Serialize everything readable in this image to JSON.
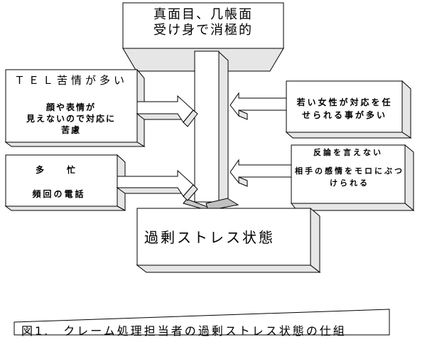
{
  "diagram": {
    "top_box": {
      "lines": [
        "真面目、几帳面",
        "受け身で消極的"
      ]
    },
    "left_box_1": {
      "title": "ＴＥＬ苦情が多い",
      "lines": [
        "顔や表情が",
        "見えないので対応に",
        "苦慮"
      ]
    },
    "left_box_2": {
      "lines": [
        "多　忙",
        "頻回の電話"
      ]
    },
    "right_box_1": {
      "lines": [
        "若い女性が対応を任",
        "せられる事が多い"
      ]
    },
    "right_box_2": {
      "title": "反論を言えない",
      "lines": [
        "相手の感情をモロにぶつ",
        "けられる"
      ]
    },
    "result_box": {
      "label": "過剰ストレス状態"
    },
    "caption": "図1.　クレーム処理担当者の過剰ストレス状態の仕組"
  },
  "colors": {
    "face": "#ffffff",
    "side": "#e6e6e6",
    "shade": "#c0c0c0",
    "stroke": "#000000"
  }
}
